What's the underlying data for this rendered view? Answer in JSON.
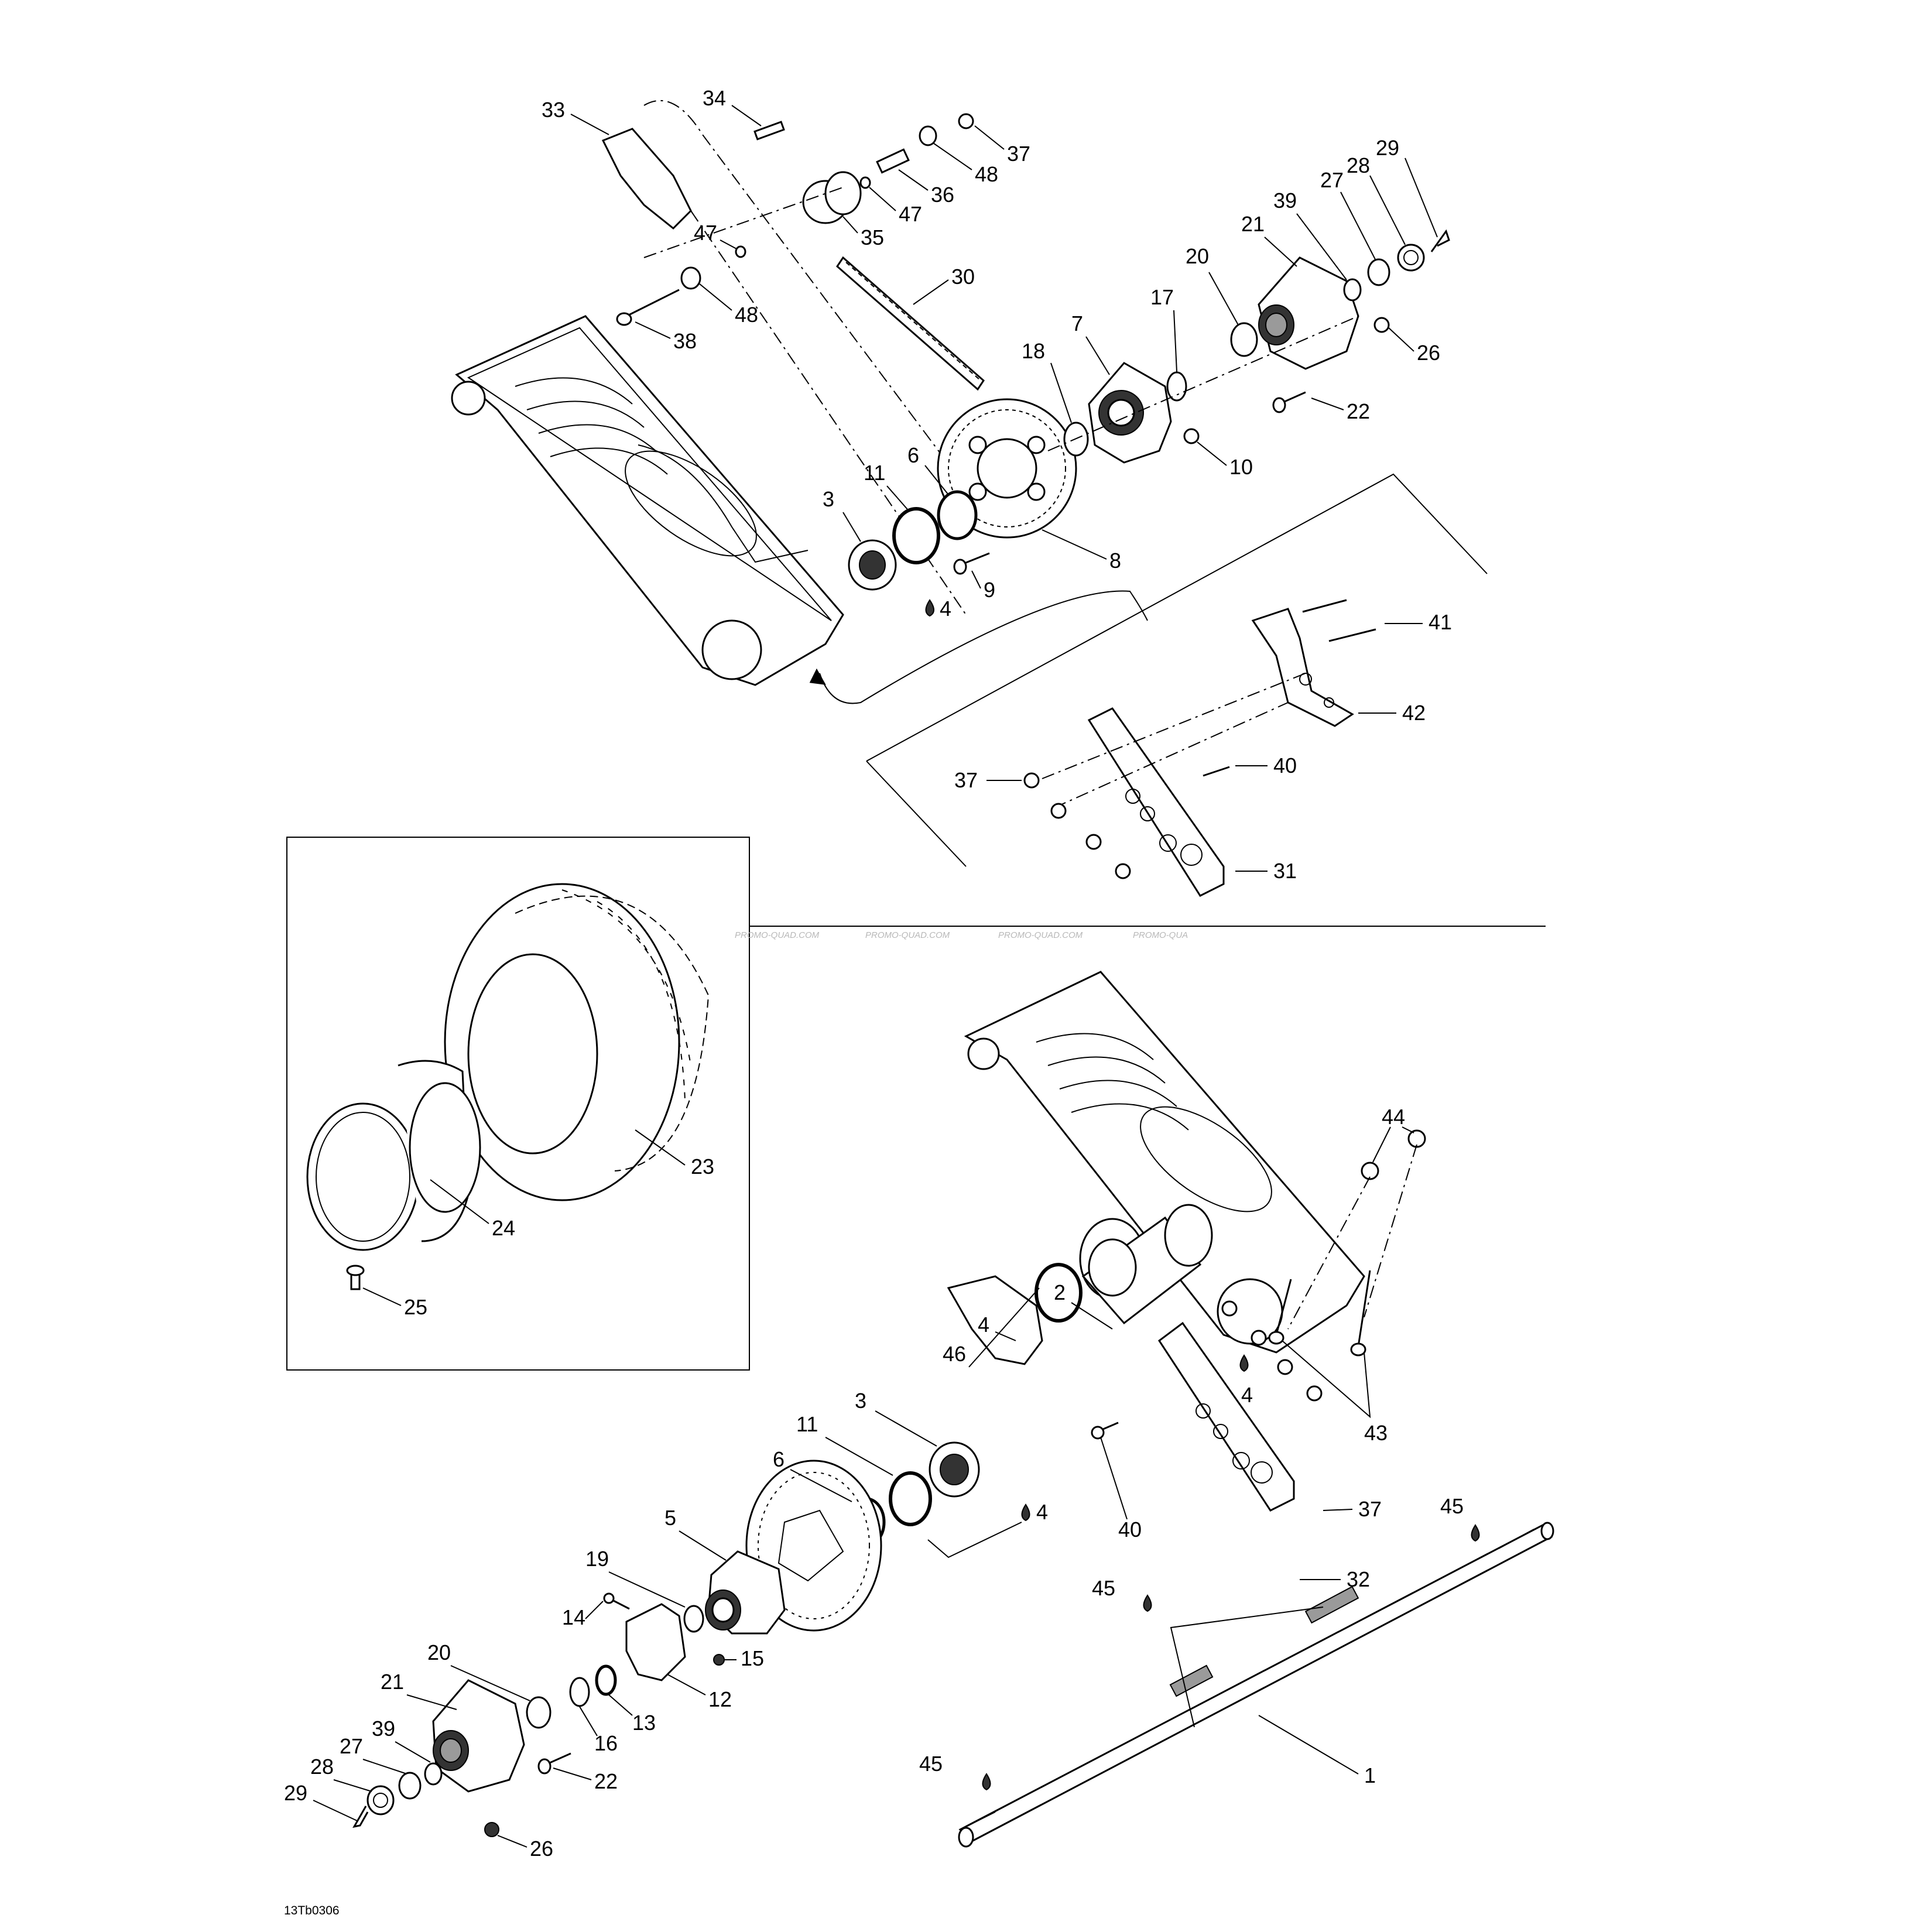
{
  "drawing": {
    "reference": "13Tb0306",
    "watermark": [
      "PROMO-QUAD.COM",
      "PROMO-QUAD.COM",
      "PROMO-QUAD.COM",
      "PROMO-QUA"
    ]
  },
  "callouts": {
    "top": [
      "33",
      "34",
      "37",
      "48",
      "36",
      "47",
      "35",
      "47",
      "48",
      "38",
      "30",
      "29",
      "28",
      "27",
      "39",
      "21",
      "20",
      "17",
      "7",
      "18",
      "26",
      "22",
      "10",
      "6",
      "11",
      "3",
      "8",
      "9",
      "4",
      "41",
      "42",
      "40",
      "37",
      "31"
    ],
    "inset": [
      "23",
      "24",
      "25"
    ],
    "bottom": [
      "44",
      "2",
      "4",
      "46",
      "4",
      "43",
      "3",
      "11",
      "6",
      "4",
      "37",
      "40",
      "45",
      "32",
      "5",
      "19",
      "45",
      "14",
      "15",
      "12",
      "20",
      "21",
      "13",
      "16",
      "39",
      "27",
      "28",
      "29",
      "22",
      "26",
      "1",
      "45"
    ]
  }
}
